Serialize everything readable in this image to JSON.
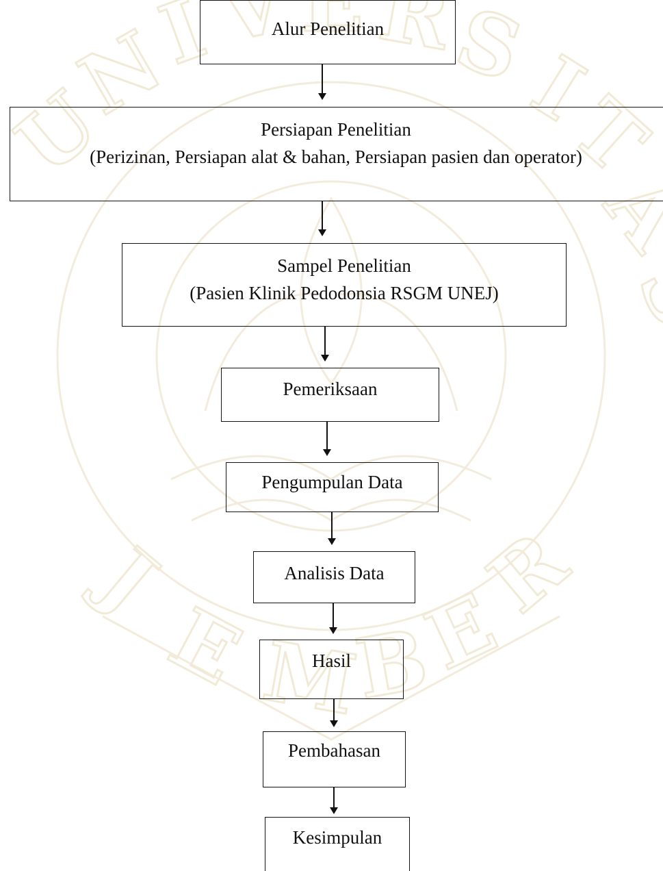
{
  "flowchart": {
    "steps": [
      {
        "lines": [
          "Alur Penelitian"
        ]
      },
      {
        "lines": [
          "Persiapan Penelitian",
          "(Perizinan, Persiapan alat & bahan, Persiapan pasien dan operator)"
        ]
      },
      {
        "lines": [
          "Sampel Penelitian",
          "(Pasien Klinik Pedodonsia RSGM UNEJ)"
        ]
      },
      {
        "lines": [
          "Pemeriksaan"
        ]
      },
      {
        "lines": [
          "Pengumpulan Data"
        ]
      },
      {
        "lines": [
          "Analisis Data"
        ]
      },
      {
        "lines": [
          "Hasil"
        ]
      },
      {
        "lines": [
          "Pembahasan"
        ]
      },
      {
        "lines": [
          "Kesimpulan"
        ]
      }
    ]
  },
  "watermark": {
    "text": "UNIVERSITAS JEMBER",
    "color": "#f1ead7"
  }
}
